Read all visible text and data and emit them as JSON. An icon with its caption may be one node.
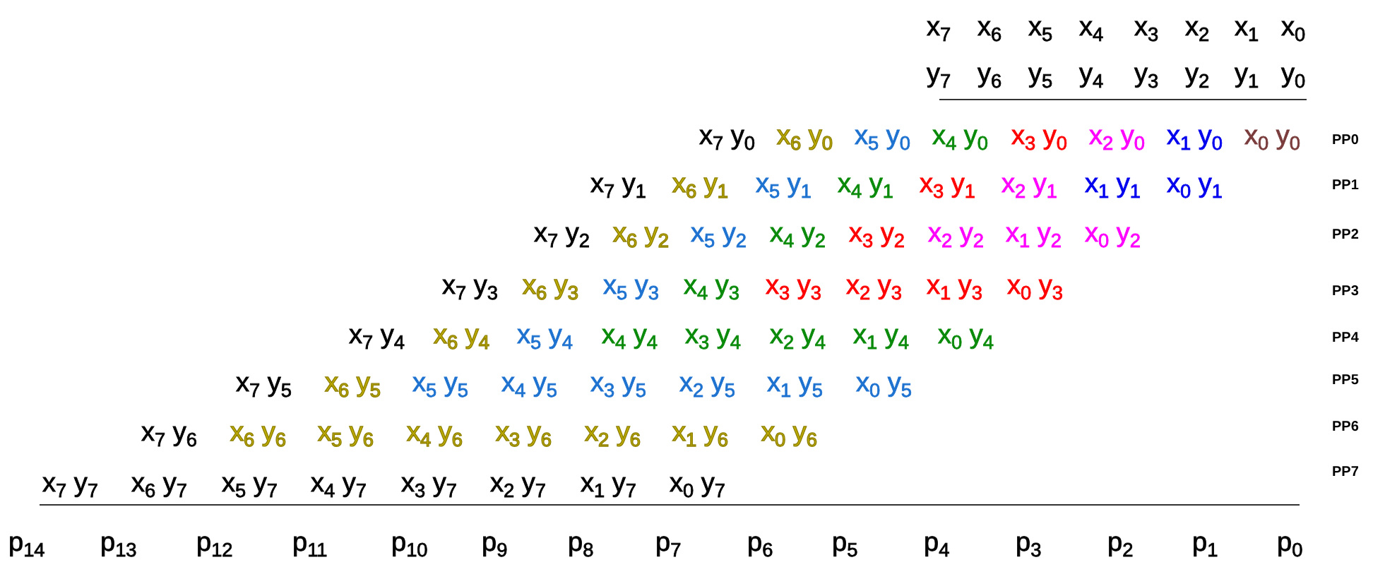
{
  "diagram": {
    "labels": [
      "x$_{7}$",
      "x$_{6}$",
      "x$_{5}$",
      "x$_{4}$",
      "x$_{3}$",
      "x$_{2}$",
      "x$_{1}$",
      "x$_{0}$",
      "y$_{7}$",
      "y$_{6}$",
      "y$_{5}$",
      "y$_{4}$",
      "y$_{3}$",
      "y$_{2}$",
      "y$_{1}$",
      "y$_{0}$",
      "x$_{7}$ y$_{0}$",
      "x$_{6}$ y$_{0}$",
      "x$_{5}$ y$_{0}$",
      "x$_{4}$ y$_{0}$",
      "x$_{3}$ y$_{0}$",
      "x$_{2}$ y$_{0}$",
      "x$_{1}$ y$_{0}$",
      "x$_{0}$ y$_{0}$",
      "PP0",
      "x$_{7}$ y$_{1}$",
      "x$_{6}$ y$_{1}$",
      "x$_{5}$ y$_{1}$",
      "x$_{4}$ y$_{1}$",
      "x$_{3}$ y$_{1}$",
      "x$_{2}$ y$_{1}$",
      "x$_{1}$ y$_{1}$",
      "x$_{0}$ y$_{1}$",
      "PP1",
      "x$_{7}$ y$_{2}$",
      "x$_{6}$ y$_{2}$",
      "x$_{5}$ y$_{2}$",
      "x$_{4}$ y$_{2}$",
      "x$_{3}$ y$_{2}$",
      "x$_{2}$ y$_{2}$",
      "x$_{1}$ y$_{2}$",
      "x$_{0}$ y$_{2}$",
      "PP2",
      "x$_{7}$ y$_{3}$",
      "x$_{6}$ y$_{3}$",
      "x$_{5}$ y$_{3}$",
      "x$_{4}$ y$_{3}$",
      "x$_{3}$ y$_{3}$",
      "x$_{2}$ y$_{3}$",
      "x$_{1}$ y$_{3}$",
      "x$_{0}$ y$_{3}$",
      "PP3",
      "x$_{7}$ y$_{4}$",
      "x$_{6}$ y$_{4}$",
      "x$_{5}$ y$_{4}$",
      "x$_{4}$ y$_{4}$",
      "x$_{3}$ y$_{4}$",
      "x$_{2}$ y$_{4}$",
      "x$_{1}$ y$_{4}$",
      "x$_{0}$ y$_{4}$",
      "PP4",
      "x$_{7}$ y$_{5}$",
      "x$_{6}$ y$_{5}$",
      "x$_{5}$ y$_{5}$",
      "x$_{4}$ y$_{5}$",
      "x$_{3}$ y$_{5}$",
      "x$_{2}$ y$_{5}$",
      "x$_{1}$ y$_{5}$",
      "x$_{0}$ y$_{5}$",
      "PP5",
      "x$_{7}$ y$_{6}$",
      "x$_{6}$ y$_{6}$",
      "x$_{5}$ y$_{6}$",
      "x$_{4}$ y$_{6}$",
      "x$_{3}$ y$_{6}$",
      "x$_{2}$ y$_{6}$",
      "x$_{1}$ y$_{6}$",
      "x$_{0}$ y$_{6}$",
      "PP6",
      "x$_{7}$ y$_{7}$",
      "x$_{6}$ y$_{7}$",
      "x$_{5}$ y$_{7}$",
      "x$_{4}$ y$_{7}$",
      "x$_{3}$ y$_{7}$",
      "x$_{2}$ y$_{7}$",
      "x$_{1}$ y$_{7}$",
      "x$_{0}$ y$_{7}$",
      "PP7",
      "p$_{14}$",
      "p$_{13}$",
      "p$_{12}$",
      "p$_{11}$",
      "p$_{10}$",
      "p$_{9}$",
      "p$_{8}$",
      "p$_{7}$",
      "p$_{6}$",
      "p$_{5}$",
      "p$_{4}$",
      "p$_{3}$",
      "p$_{2}$",
      "p$_{1}$",
      "p$_{0}$"
    ]
  }
}
